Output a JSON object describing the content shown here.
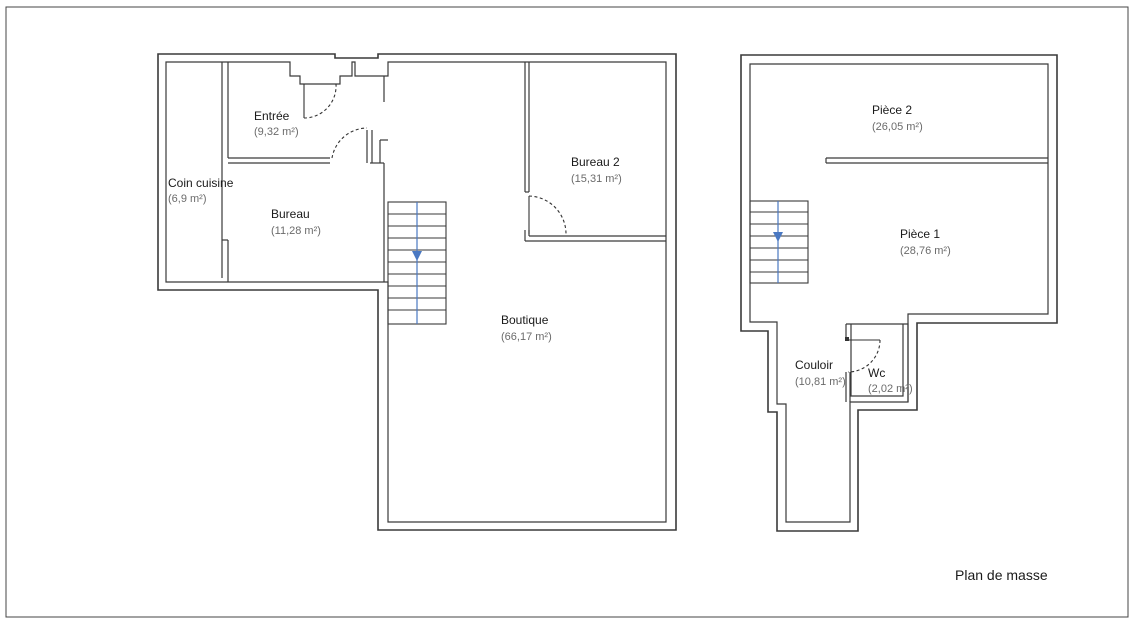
{
  "plan": {
    "caption": "Plan de masse",
    "rooms": {
      "entree": {
        "name": "Entrée",
        "area": "(9,32 m²)"
      },
      "coin_cuisine": {
        "name": "Coin cuisine",
        "area": "(6,9 m²)"
      },
      "bureau": {
        "name": "Bureau",
        "area": "(11,28 m²)"
      },
      "bureau2": {
        "name": "Bureau 2",
        "area": "(15,31 m²)"
      },
      "boutique": {
        "name": "Boutique",
        "area": "(66,17 m²)"
      },
      "piece2": {
        "name": "Pièce 2",
        "area": "(26,05 m²)"
      },
      "piece1": {
        "name": "Pièce 1",
        "area": "(28,76 m²)"
      },
      "couloir": {
        "name": "Couloir",
        "area": "(10,81 m²)"
      },
      "wc": {
        "name": "Wc",
        "area": "(2,02 m²)"
      }
    },
    "colors": {
      "walls": "#3a3a3a",
      "stair_arrow": "#4a78c2",
      "area_text": "#6b6b6b"
    }
  }
}
